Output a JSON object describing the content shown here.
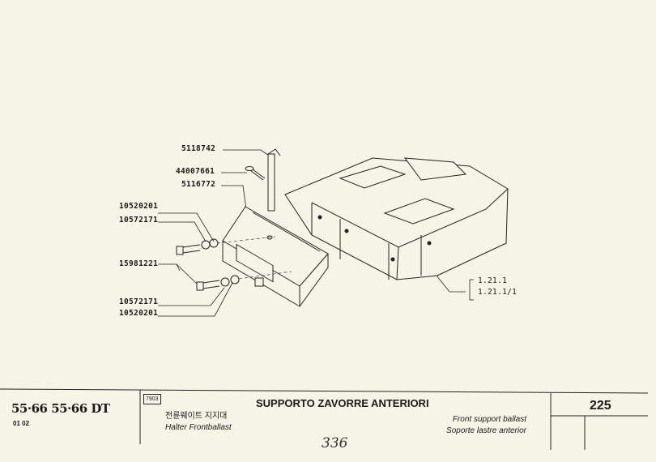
{
  "diagram": {
    "part_numbers": {
      "pin": "5118742",
      "clip": "44007661",
      "support": "5116772",
      "washer_top": "10520201",
      "lockwasher_top": "10572171",
      "bolt": "15981221",
      "lockwasher_bottom": "10572171",
      "washer_bottom": "10520201"
    },
    "references": [
      "1.21.1",
      "1.21.1/1"
    ]
  },
  "footer": {
    "model": "55·66  55·66 DT",
    "model_sub": "01 02",
    "code": "7903",
    "title_it": "SUPPORTO ZAVORRE ANTERIORI",
    "title_ko": "전륜웨이트 지지대",
    "title_de": "Halter Frontballast",
    "title_en": "Front support ballast",
    "title_es": "Soporte lastre anterior",
    "handwritten": "336",
    "page": "225"
  }
}
